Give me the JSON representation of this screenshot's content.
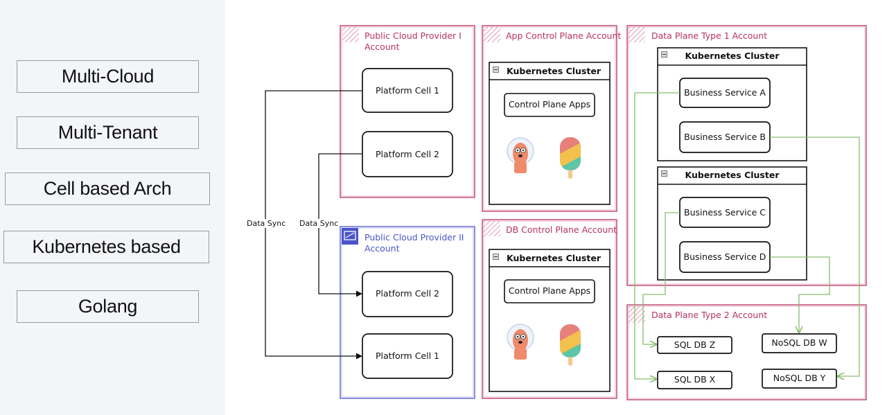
{
  "left_panel": {
    "tags": [
      {
        "label": "Multi-Cloud"
      },
      {
        "label": "Multi-Tenant"
      },
      {
        "label": "Cell based Arch"
      },
      {
        "label": "Kubernetes based"
      },
      {
        "label": "Golang"
      }
    ]
  },
  "colors": {
    "account_border": "#b8305f",
    "provider2_border": "#4a55c8",
    "connector_green": "#86bd6e",
    "panel_bg": "#f3f5f9"
  },
  "diagram": {
    "data_sync_labels": [
      "Data Sync",
      "Data Sync"
    ],
    "provider1": {
      "title_line1": "Public Cloud Provider I",
      "title_line2": "Account",
      "cells": [
        "Platform Cell 1",
        "Platform Cell 2"
      ]
    },
    "provider2": {
      "title_line1": "Public Cloud Provider II",
      "title_line2": "Account",
      "cells": [
        "Platform Cell 2",
        "Platform Cell 1"
      ]
    },
    "app_control_plane": {
      "title": "App Control Plane Account",
      "cluster_title": "Kubernetes Cluster",
      "apps_label": "Control Plane Apps",
      "icons": [
        "argo-mascot-icon",
        "popsicle-icon"
      ]
    },
    "db_control_plane": {
      "title": "DB Control Plane Account",
      "cluster_title": "Kubernetes Cluster",
      "apps_label": "Control Plane Apps",
      "icons": [
        "argo-mascot-icon",
        "popsicle-icon"
      ]
    },
    "data_plane_1": {
      "title": "Data Plane Type 1 Account",
      "clusters": [
        {
          "title": "Kubernetes Cluster",
          "services": [
            "Business Service A",
            "Business Service B"
          ]
        },
        {
          "title": "Kubernetes Cluster",
          "services": [
            "Business Service C",
            "Business Service D"
          ]
        }
      ]
    },
    "data_plane_2": {
      "title": "Data Plane Type 2 Account",
      "databases": [
        "SQL DB Z",
        "NoSQL DB W",
        "SQL DB X",
        "NoSQL DB Y"
      ]
    }
  }
}
